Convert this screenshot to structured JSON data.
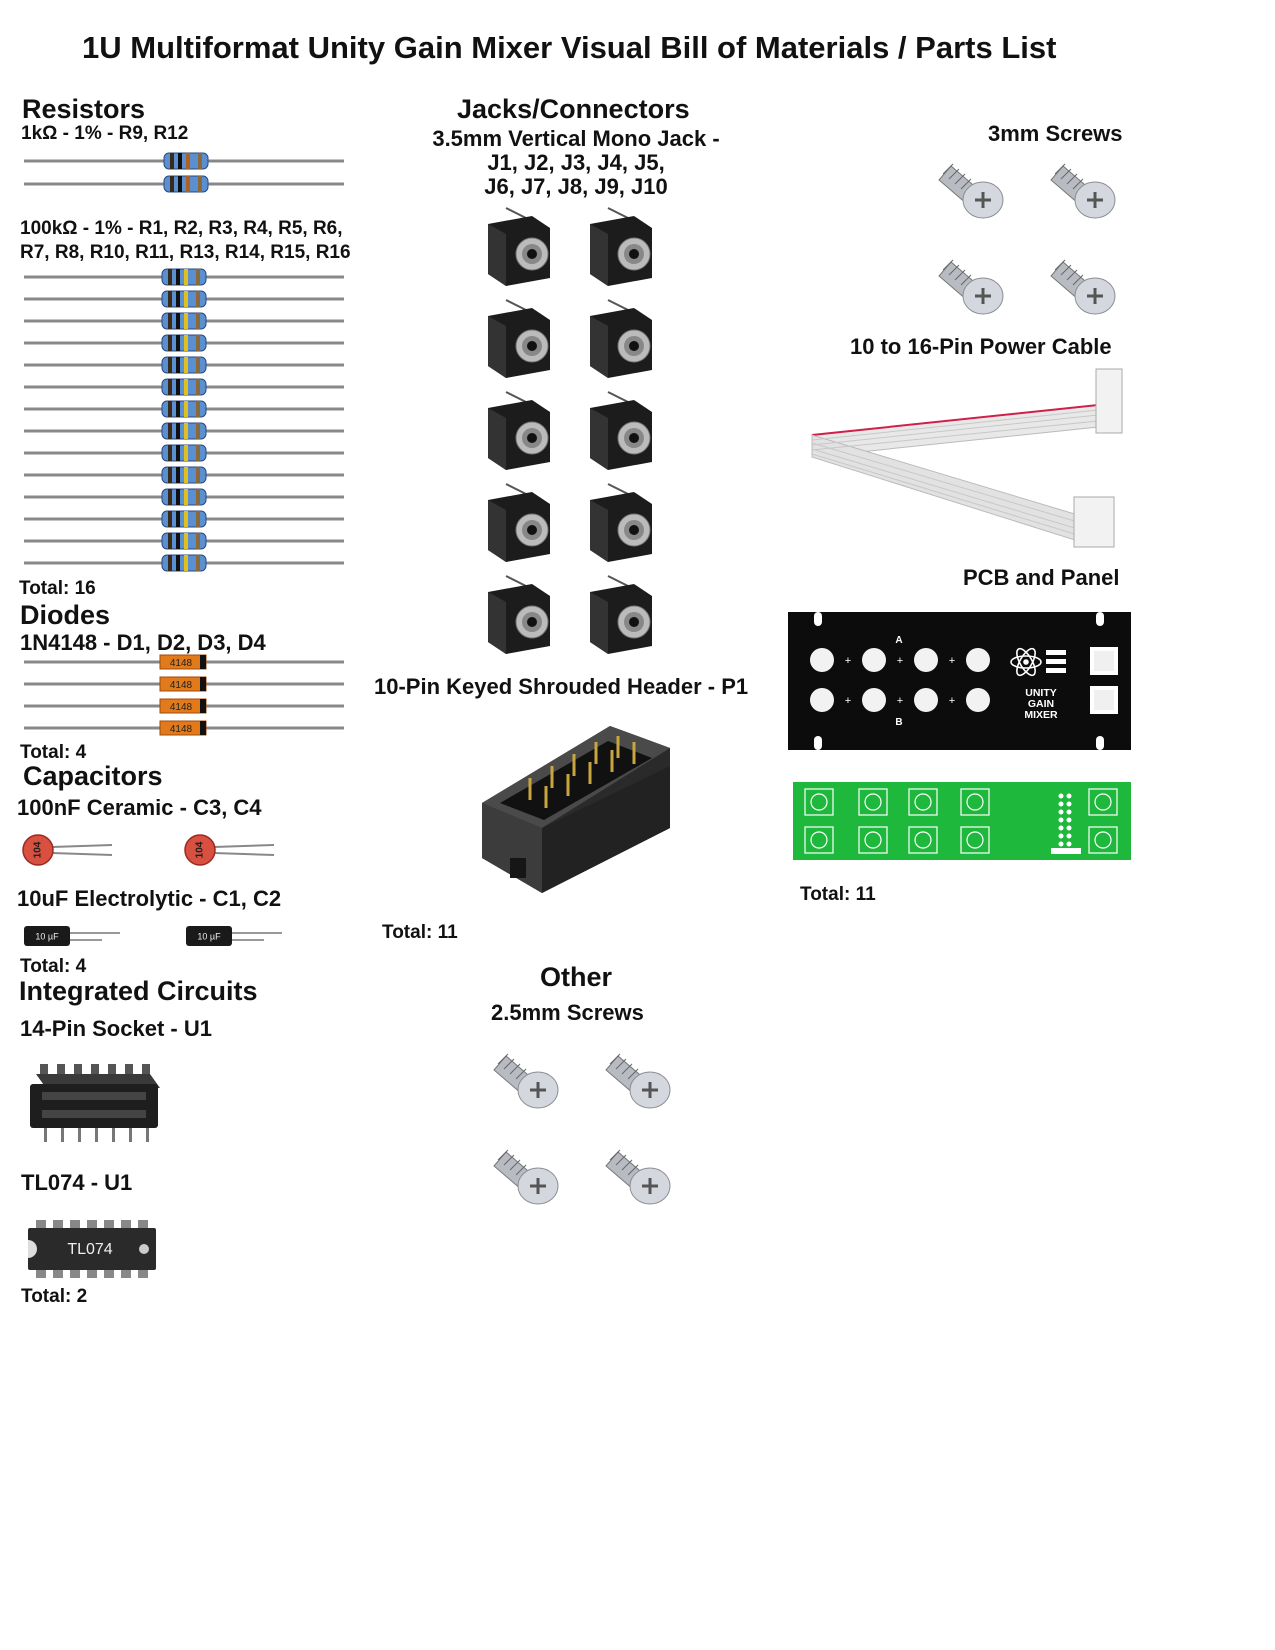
{
  "title": "1U Multiformat Unity Gain Mixer Visual Bill of Materials / Parts List",
  "resistors": {
    "heading": "Resistors",
    "r1k_label": "1kΩ - 1% - R9, R12",
    "r100k_label_line1": "100kΩ - 1% - R1, R2, R3, R4, R5, R6,",
    "r100k_label_line2": "R7, R8, R10, R11, R13, R14, R15, R16",
    "total": "Total: 16"
  },
  "diodes": {
    "heading": "Diodes",
    "label": "1N4148 - D1, D2, D3, D4",
    "body_marking": "4148",
    "total": "Total: 4"
  },
  "capacitors": {
    "heading": "Capacitors",
    "ceramic_label": "100nF Ceramic - C3, C4",
    "ceramic_marking": "104",
    "electrolytic_label": "10uF Electrolytic - C1, C2",
    "electrolytic_marking": "10 µF",
    "total": "Total: 4"
  },
  "ics": {
    "heading": "Integrated Circuits",
    "socket_label": "14-Pin Socket - U1",
    "chip_label": "TL074 - U1",
    "chip_marking": "TL074",
    "total": "Total: 2"
  },
  "jacks": {
    "heading": "Jacks/Connectors",
    "jack_label_line1": "3.5mm Vertical Mono Jack -",
    "jack_label_line2": "J1, J2, J3, J4, J5,",
    "jack_label_line3": "J6, J7, J8, J9, J10",
    "header_label": "10-Pin Keyed Shrouded Header - P1",
    "total": "Total: 11"
  },
  "other": {
    "heading": "Other",
    "screws_25_label": "2.5mm Screws"
  },
  "right_col": {
    "screws_3_label": "3mm Screws",
    "power_cable_label": "10 to 16-Pin Power Cable",
    "pcb_panel_label": "PCB and Panel",
    "panel_logo_line1": "UNITY",
    "panel_logo_line2": "GAIN",
    "panel_logo_line3": "MIXER",
    "panel_label_a": "A",
    "panel_label_b": "B",
    "total": "Total: 11"
  }
}
